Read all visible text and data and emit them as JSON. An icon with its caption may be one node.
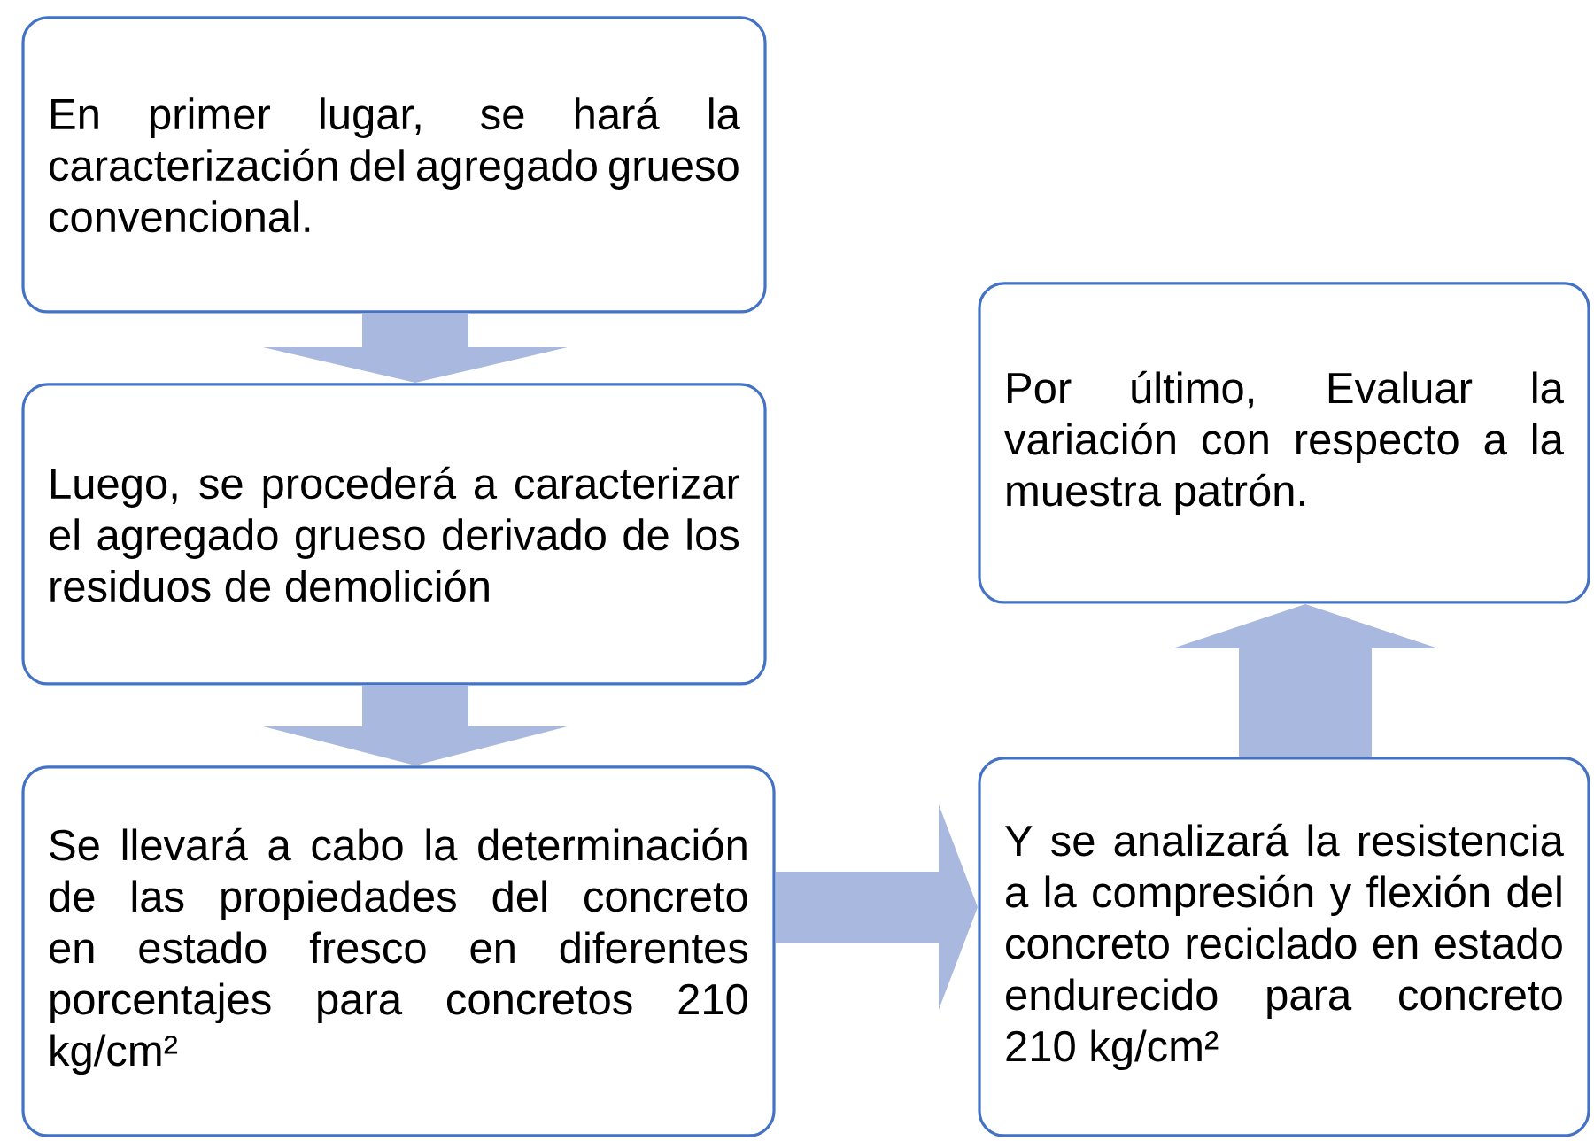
{
  "diagram": {
    "nodes": [
      {
        "text": [
          "En primer lugar, se hará la caracterización del agregado grueso convencional."
        ]
      },
      {
        "text": [
          "Luego, se procederá a caracterizar el agregado grueso derivado de los residuos de demolición"
        ]
      },
      {
        "text": [
          "Se llevará a cabo la determinación de las propiedades del concreto en estado fresco en diferentes porcentajes para concretos 210 kg/cm²"
        ]
      },
      {
        "text": [
          "Y se analizará la resistencia a la compresión y flexión del concreto reciclado en estado endurecido para concreto 210 kg/cm²"
        ]
      },
      {
        "text": [
          "Por último, Evaluar la variación con respecto a la muestra patrón."
        ]
      }
    ],
    "edges": [
      {
        "from": 0,
        "to": 1,
        "arrow": "to"
      },
      {
        "from": 1,
        "to": 2,
        "arrow": "to"
      },
      {
        "from": 2,
        "to": 3,
        "arrow": "to"
      },
      {
        "from": 3,
        "to": 4,
        "arrow": "to"
      }
    ]
  }
}
